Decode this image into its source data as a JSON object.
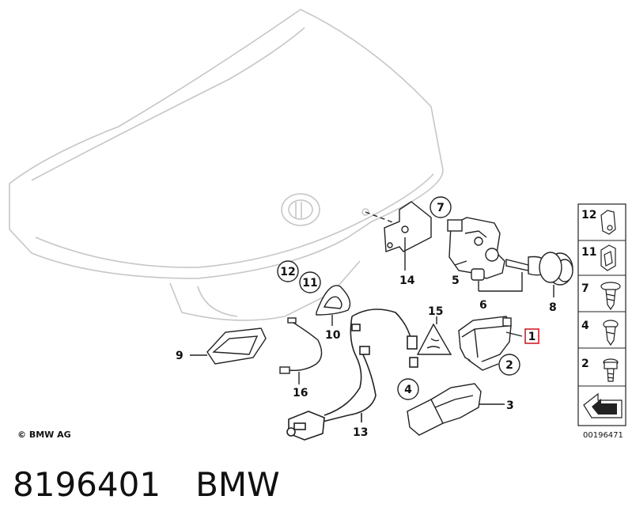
{
  "copyright": "© BMW AG",
  "diagram_id": "00196471",
  "caption": {
    "part_number": "8196401",
    "brand": "BMW"
  },
  "highlighted_callout": "1",
  "callouts": {
    "c1": "1",
    "c2": "2",
    "c3": "3",
    "c4": "4",
    "c5": "5",
    "c6": "6",
    "c7": "7",
    "c8": "8",
    "c9": "9",
    "c10": "10",
    "c11": "11",
    "c12": "12",
    "c13": "13",
    "c14": "14",
    "c15": "15",
    "c16": "16"
  },
  "legend": [
    "12",
    "11",
    "7",
    "4",
    "2"
  ],
  "colors": {
    "line": "#222222",
    "trunk_outline": "#c8c8c8",
    "highlight": "#d0202a"
  }
}
